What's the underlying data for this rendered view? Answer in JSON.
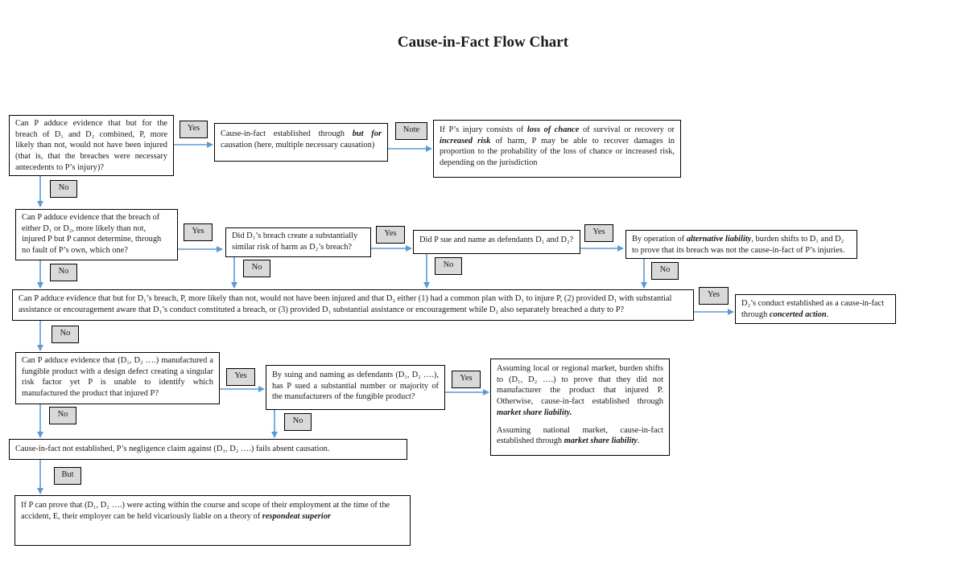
{
  "title": "Cause-in-Fact Flow Chart",
  "colors": {
    "arrow": "#5b9bd5",
    "tag_fill": "#d9d9d9",
    "border": "#000000"
  },
  "labels": {
    "yes": "Yes",
    "no": "No",
    "note": "Note",
    "but": "But"
  },
  "nodes": {
    "q1": "Can P adduce evidence that but for the breach of D₁ and D₂ combined, P, more likely than not, would not have been injured (that is, that the breaches were necessary antecedents to P’s injury)?",
    "r1_pre": "Cause-in-fact established through ",
    "r1_em": "but for",
    "r1_post": " causation (here, multiple necessary causation)",
    "note1_a": "If P’s injury consists of ",
    "note1_em1": "loss of chance",
    "note1_b": " of survival or recovery or ",
    "note1_em2": "increased risk",
    "note1_c": " of harm, P may be able to recover damages in proportion to the probability of the loss of chance or increased risk, depending on the jurisdiction",
    "q2": "Can P adduce evidence that the breach of either D₁ or D₂, more likely than not, injured P but P cannot determine, through no fault of P’s own, which one?",
    "q2b": "Did D₁’s breach create a substantially similar risk of harm as D₂’s breach?",
    "q2c": "Did P sue and name as defendants D₁ and D₂?",
    "r2_pre": "By operation of ",
    "r2_em": "alternative liability",
    "r2_post": ", burden shifts to D₁ and D₂ to prove that its breach was not the cause-in-fact of P’s injuries.",
    "q3": "Can P adduce evidence that but for D₁’s breach, P, more likely than not, would not have been injured and that D₂ either (1) had a common plan with D₁ to injure P, (2) provided D₁ with substantial assistance or encouragement aware that D₁’s conduct constituted a breach, or (3) provided D₁ substantial assistance or encouragement while D₂ also separately breached a duty to P?",
    "r3_pre": "D₂’s conduct established as a cause-in-fact through ",
    "r3_em": "concerted action",
    "r3_post": ".",
    "q4": "Can P adduce evidence that (D₁, D₂ ….) manufactured a fungible product with a design defect creating a singular risk factor yet P is unable to identify which manufactured the product that injured P?",
    "q4b": "By suing and naming as defendants (D₁, D₂ ….), has P sued a substantial number or majority of the manufacturers of the fungible product?",
    "r4_a_pre": "Assuming local or regional market, burden shifts to (D₁, D₂ ….) to prove that they did not manufacturer the product that injured P. Otherwise, cause-in-fact established through ",
    "r4_a_em": "market share liability.",
    "r4_b_pre": "Assuming national market, cause-in-fact established through ",
    "r4_b_em": "market share liability",
    "r4_b_post": ".",
    "fail": "Cause-in-fact not established, P’s negligence claim against (D₁, D₂ ….) fails absent causation.",
    "vic_pre": "If P can prove that (D₁, D₂ ….) were acting within the course and scope of their employment at the time of the accident, E, their employer can be held vicariously liable on a theory of ",
    "vic_em": "respondeat superior"
  }
}
